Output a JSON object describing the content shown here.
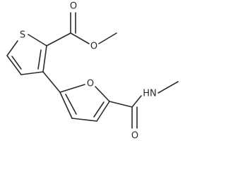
{
  "diagram": {
    "type": "chemical-structure",
    "atoms": {
      "sulfur": "S",
      "ester_carbonyl_oxygen": "O",
      "ester_ether_oxygen": "O",
      "furan_oxygen": "O",
      "amide_nitrogen": "HN",
      "amide_carbonyl_oxygen": "O"
    }
  }
}
